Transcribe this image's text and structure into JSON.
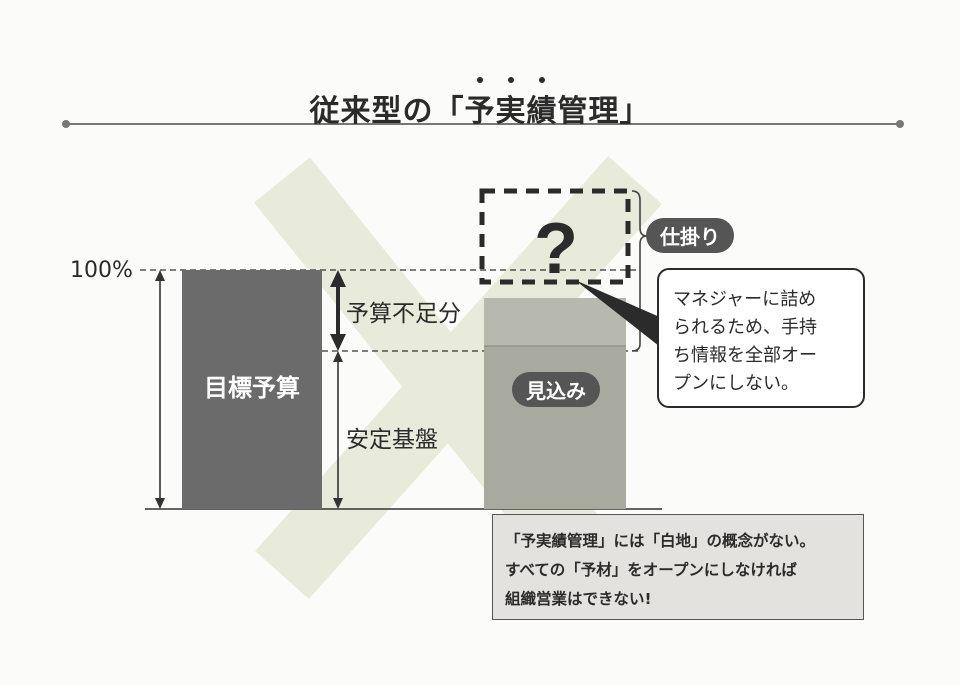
{
  "title": {
    "before": "従来型の「",
    "emph": [
      "予",
      "実",
      "績"
    ],
    "after": "管理」"
  },
  "axis": {
    "hundred_pct": "100%"
  },
  "bars": {
    "target_label": "目標予算",
    "forecast_label": "見込み"
  },
  "labels": {
    "shortfall": "予算不足分",
    "stable_base": "安定基盤",
    "in_progress": "仕掛り",
    "question": "?"
  },
  "bubble": {
    "lines": [
      "マネジャーに詰め",
      "られるため、手持",
      "ち情報を全部オー",
      "プンにしない。"
    ]
  },
  "note": {
    "lines": [
      "「予実績管理」には「白地」の概念がない。",
      "すべての「予材」をオープンにしなければ",
      "組織営業はできない!"
    ]
  },
  "colors": {
    "target_bar": "#6b6b6b",
    "forecast_bar": "#a9aa9f",
    "cross_mark": "#e7ead6",
    "note_bg": "#e3e2de",
    "pill_bg": "#555555"
  }
}
